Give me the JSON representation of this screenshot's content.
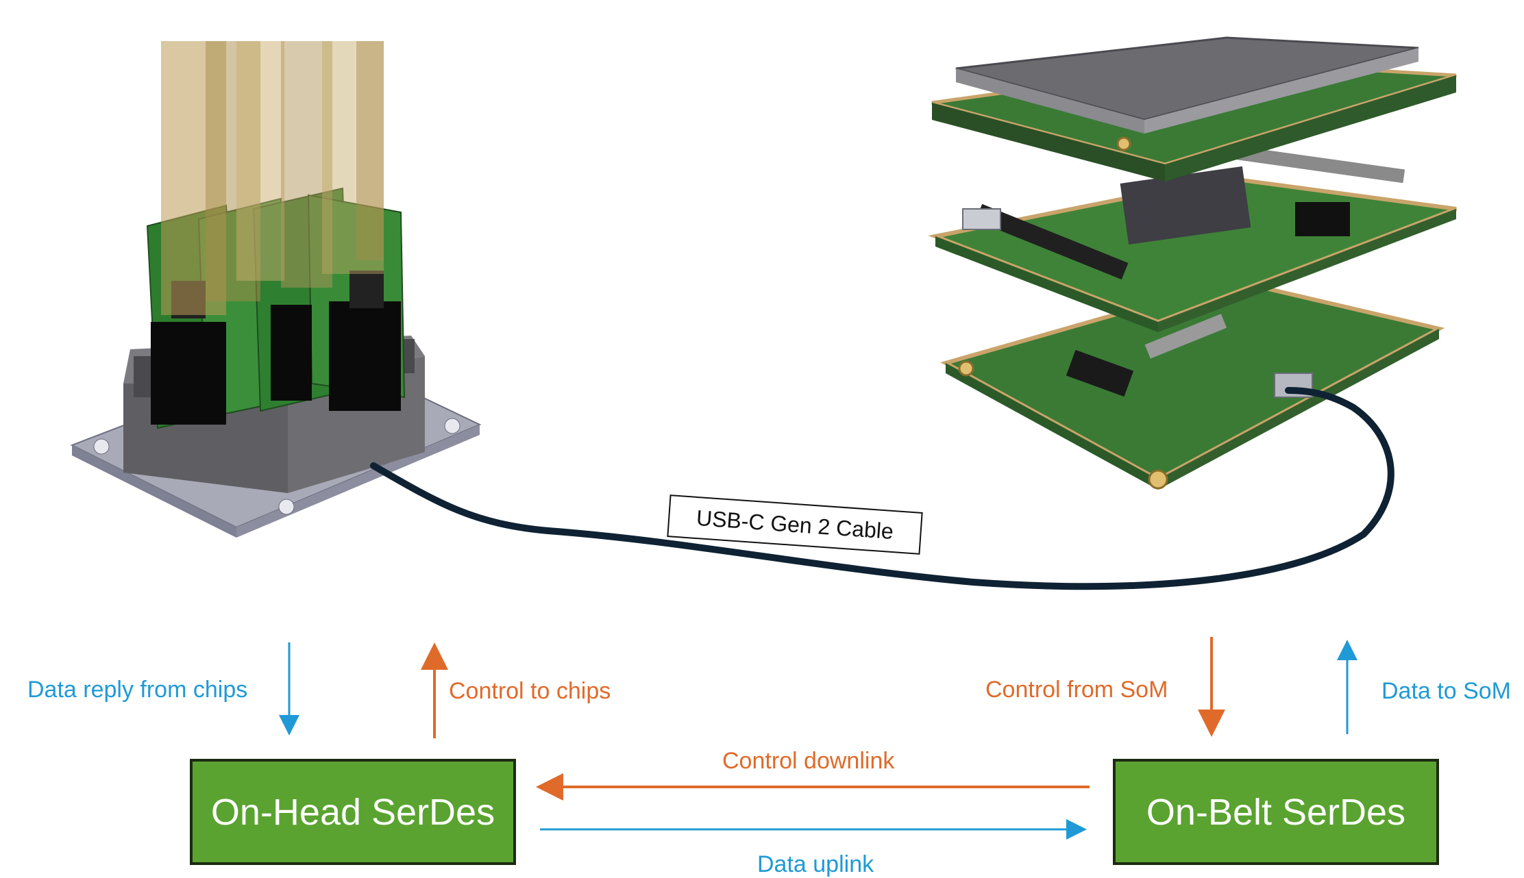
{
  "cable": {
    "label": "USB-C Gen 2 Cable"
  },
  "nodes": {
    "on_head": {
      "label": "On-Head SerDes"
    },
    "on_belt": {
      "label": "On-Belt SerDes"
    }
  },
  "signals": {
    "data_reply_from_chips": "Data reply from chips",
    "control_to_chips": "Control to chips",
    "control_from_som": "Control from SoM",
    "data_to_som": "Data to SoM",
    "control_downlink": "Control downlink",
    "data_uplink": "Data uplink"
  },
  "colors": {
    "data": "#1f9ad6",
    "control": "#e06a2a",
    "box_fill": "#5aa330",
    "cable": "#0f2233"
  },
  "illustrations": [
    "electrode-array-render",
    "serdes-board-stack-render"
  ]
}
